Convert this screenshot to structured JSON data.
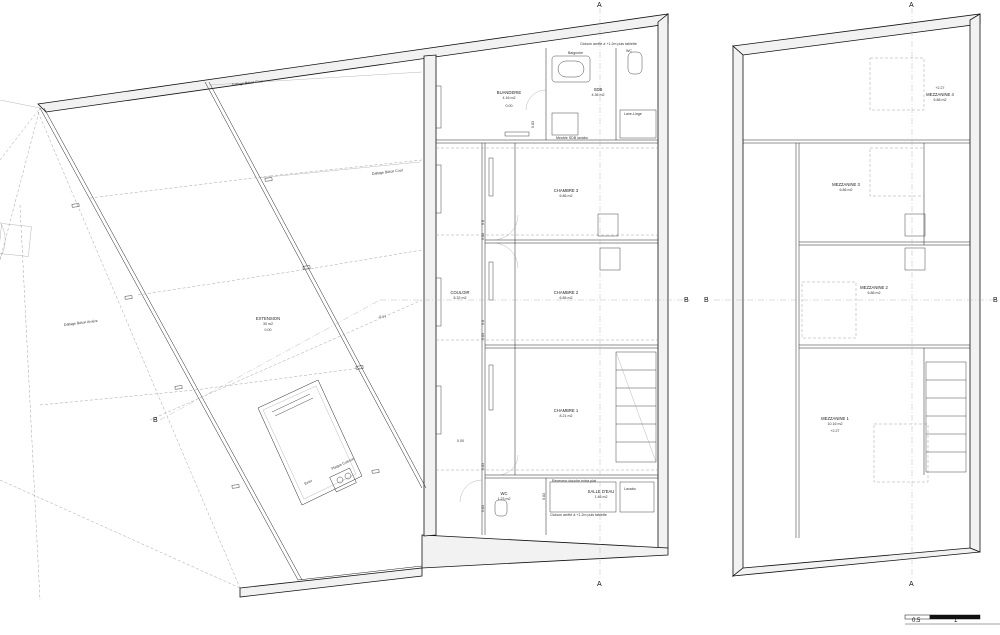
{
  "section_axes": {
    "a": "A",
    "b": "B"
  },
  "ground_floor": {
    "rooms": [
      {
        "name": "EXTENSION",
        "area": "30 m2",
        "level": "0.00"
      },
      {
        "name": "BUANDERIE",
        "area": "4.16 m2",
        "level": "0.00"
      },
      {
        "name": "SDB",
        "area": "4.36 m2",
        "level": ""
      },
      {
        "name": "CHAMBRE 3",
        "area": "6.86 m2",
        "level": ""
      },
      {
        "name": "COULOIR",
        "area": "8.32 m2",
        "level": ""
      },
      {
        "name": "CHAMBRE 2",
        "area": "6.86 m2",
        "level": ""
      },
      {
        "name": "CHAMBRE 1",
        "area": "8.21 m2",
        "level": ""
      },
      {
        "name": "WC",
        "area": "1.23 m2",
        "level": ""
      },
      {
        "name": "SALLE D'EAU",
        "area": "1.46 m2",
        "level": ""
      }
    ],
    "notes": {
      "dallage_1": "Dallage Béton Cour",
      "dallage_2": "Dallage Béton Cour",
      "dallage_3": "Dallage Béton Arrière",
      "cloison_top": "Cloison arrêté à +1.2m puis tablette",
      "cloison_bottom": "Cloison arrêté à +1.2m puis tablette",
      "baignoire": "Baignoire",
      "wc_small": "WC",
      "lave_linge": "Lave-Linge",
      "meuble": "Meuble SDB lavabo",
      "receveur": "Receveur douche extra plat",
      "lavabo": "Lavabo",
      "evier": "Evier",
      "plaque": "Plaque Cuisson",
      "level_ext": "-0.07",
      "level_couloir": "0.00",
      "door_1": "0.83",
      "door_2": "0.83",
      "door_3": "0.83",
      "door_4": "0.83",
      "door_5": "0.83",
      "door_6": "0.83",
      "small_1": "0.8",
      "small_2": "0.8"
    }
  },
  "upper_floor": {
    "rooms": [
      {
        "name": "MEZZANINE 4",
        "area": "6.86 m2",
        "level": "+2.27"
      },
      {
        "name": "MEZZANINE 3",
        "area": "6.86 m2",
        "level": ""
      },
      {
        "name": "MEZZANINE 2",
        "area": "6.86 m2",
        "level": ""
      },
      {
        "name": "MEZZANINE 1",
        "area": "10.16 m2",
        "level": "+2.27"
      }
    ]
  },
  "scale_bar": {
    "mid": "0.5",
    "end": "1"
  }
}
